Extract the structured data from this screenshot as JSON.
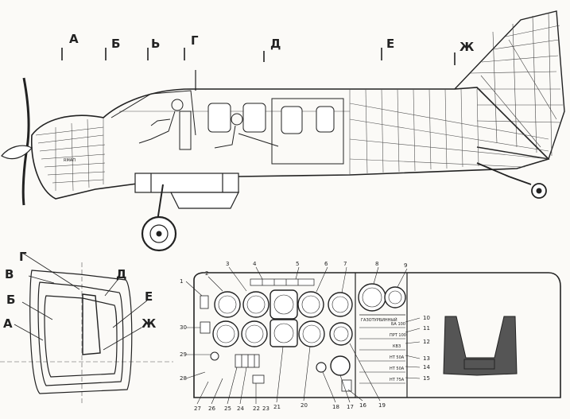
{
  "side_view": {
    "section_labels": [
      "А",
      "Б",
      "Ь",
      "Г",
      "Д",
      "Е",
      "Ж"
    ],
    "fuselage_marking": "RМАП"
  },
  "cross_section": {
    "labels": [
      "Г",
      "В",
      "Д",
      "Б",
      "Е",
      "А",
      "Ж"
    ]
  },
  "panel": {
    "callout_numbers": [
      "1",
      "2",
      "3",
      "4",
      "5",
      "6",
      "7",
      "8",
      "9",
      "10",
      "11",
      "12",
      "13",
      "14",
      "15",
      "16",
      "17",
      "18",
      "19",
      "20",
      "21",
      "22",
      "23",
      "24",
      "25",
      "26",
      "27",
      "28",
      "29",
      "30"
    ],
    "placards": [
      "БА 100",
      "ПРТ 100",
      "КВЗ",
      "НТ 50А",
      "НТ 50А",
      "НТ 75А"
    ],
    "placard_header": "ГАЗОТУРБИННЫЙ"
  }
}
